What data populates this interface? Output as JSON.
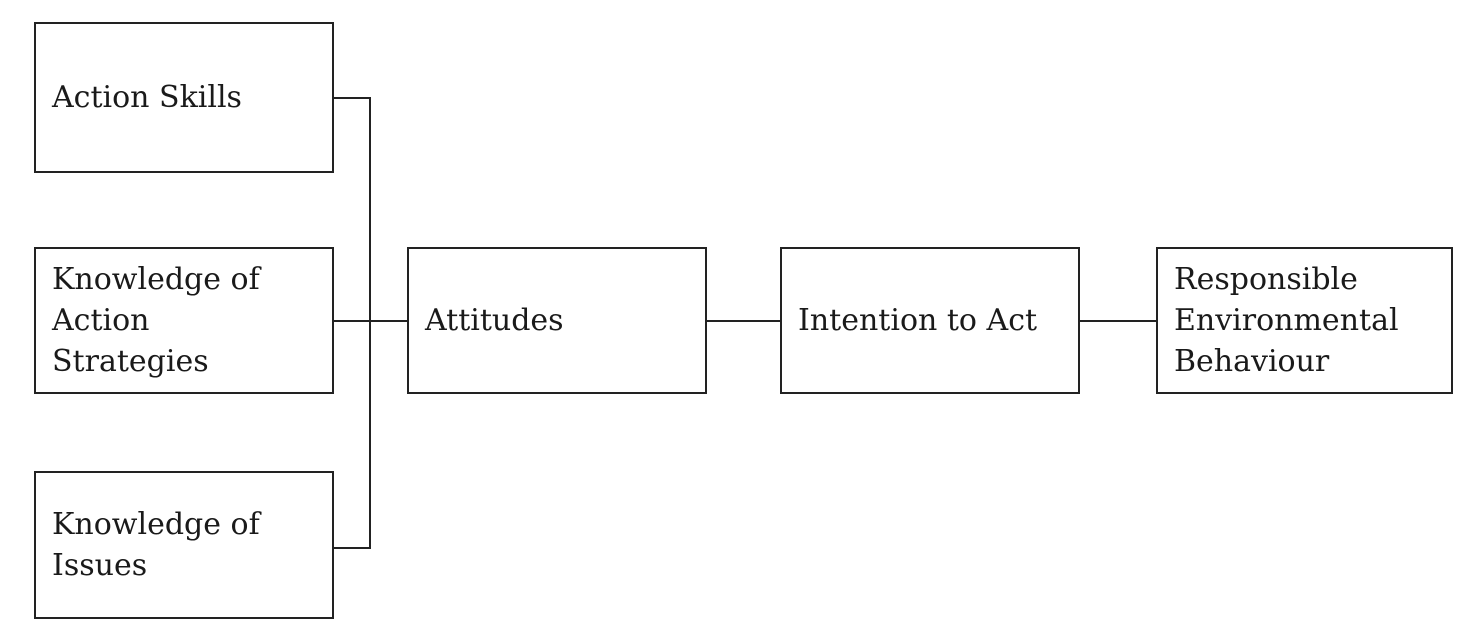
{
  "nodes": {
    "action_skills": "Action Skills",
    "knowledge_action_strategies": [
      "Knowledge of",
      "Action",
      "Strategies"
    ],
    "knowledge_issues": [
      "Knowledge of",
      "Issues"
    ],
    "attitudes": "Attitudes",
    "intention": "Intention to Act",
    "behaviour": [
      "Responsible",
      "Environmental",
      "Behaviour"
    ]
  }
}
